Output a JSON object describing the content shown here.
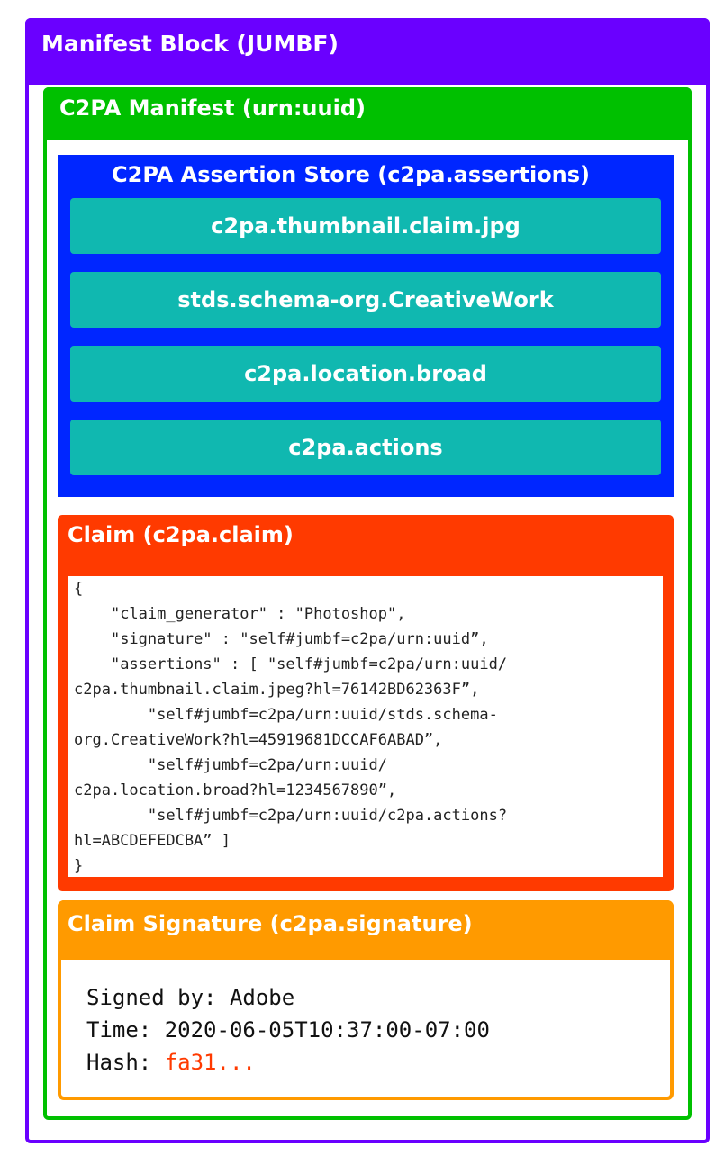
{
  "manifest_block": {
    "title": "Manifest Block (JUMBF)",
    "color": "#6a00ff"
  },
  "c2pa_manifest": {
    "title": "C2PA Manifest (urn:uuid)",
    "color": "#00c000"
  },
  "assertion_store": {
    "title": "C2PA Assertion Store (c2pa.assertions)",
    "color": "#0026ff",
    "item_color": "#10b8b0",
    "items": [
      "c2pa.thumbnail.claim.jpg",
      "stds.schema-org.CreativeWork",
      "c2pa.location.broad",
      "c2pa.actions"
    ]
  },
  "claim": {
    "title": "Claim (c2pa.claim)",
    "color": "#ff3a00",
    "body": "{\n    \"claim_generator\" : \"Photoshop\",\n    \"signature\" : \"self#jumbf=c2pa/urn:uuid”,\n    \"assertions\" : [ \"self#jumbf=c2pa/urn:uuid/\nc2pa.thumbnail.claim.jpeg?hl=76142BD62363F”,\n        \"self#jumbf=c2pa/urn:uuid/stds.schema-\norg.CreativeWork?hl=45919681DCCAF6ABAD”,\n        \"self#jumbf=c2pa/urn:uuid/\nc2pa.location.broad?hl=1234567890”,\n        \"self#jumbf=c2pa/urn:uuid/c2pa.actions?\nhl=ABCDEFEDCBA” ]\n}"
  },
  "signature": {
    "title": "Claim Signature (c2pa.signature)",
    "color": "#ff9a00",
    "signed_by_label": "Signed by: ",
    "signed_by_value": "Adobe",
    "time_label": "Time: ",
    "time_value": "2020-06-05T10:37:00-07:00",
    "hash_label": "Hash: ",
    "hash_value": "fa31...",
    "hash_color": "#ff3a00"
  }
}
